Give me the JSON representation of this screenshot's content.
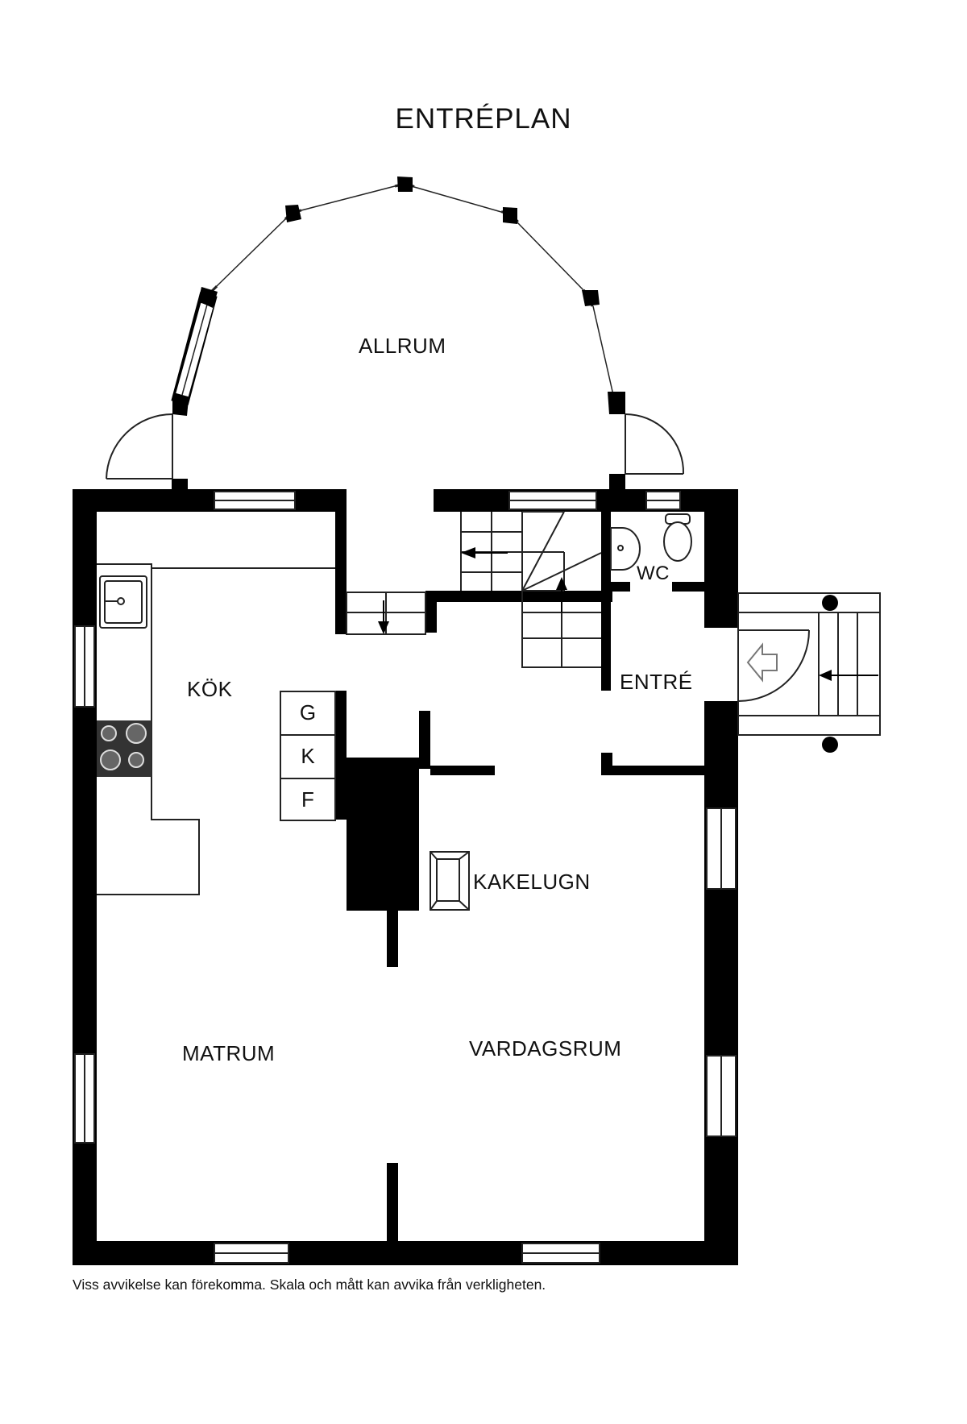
{
  "title": "ENTRÉPLAN",
  "rooms": {
    "allrum": "ALLRUM",
    "wc": "WC",
    "kok": "KÖK",
    "entre": "ENTRÉ",
    "kakelugn": "KAKELUGN",
    "matrum": "MATRUM",
    "vardagsrum": "VARDAGSRUM"
  },
  "appliances": {
    "g": "G",
    "k": "K",
    "f": "F"
  },
  "disclaimer": "Viss avvikelse kan förekomma. Skala och mått kan avvika från verkligheten.",
  "colors": {
    "wall": "#000000",
    "line": "#222222",
    "background": "#ffffff"
  }
}
